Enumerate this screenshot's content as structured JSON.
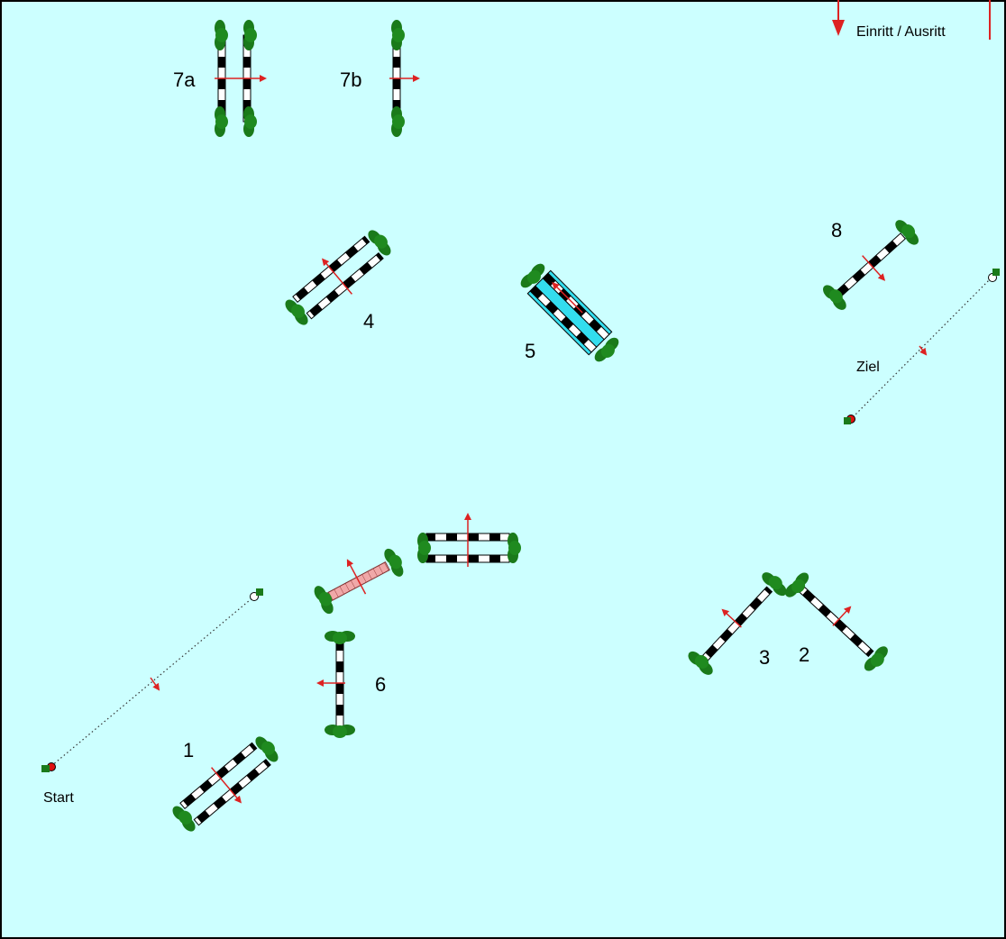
{
  "course": {
    "entry_exit_label": "Einritt / Ausritt",
    "start_label": "Start",
    "finish_label": "Ziel",
    "arena_color": "#ccffff",
    "pole_color": "#000000",
    "pole_stripe_color": "#ffffff",
    "water_color": "#33ddee",
    "wall_color": "#f0a8a8",
    "shrub_color": "#1a7a1a",
    "arrow_color": "#dd2222"
  },
  "obstacles": [
    {
      "number": "1",
      "type": "oxer",
      "icon": "oxer-jump-icon"
    },
    {
      "number": "2",
      "type": "vertical",
      "icon": "vertical-jump-icon"
    },
    {
      "number": "3",
      "type": "vertical",
      "icon": "vertical-jump-icon"
    },
    {
      "number": "4",
      "type": "oxer",
      "icon": "oxer-jump-icon"
    },
    {
      "number": "5",
      "type": "water-oxer",
      "icon": "water-oxer-icon"
    },
    {
      "number": "6",
      "type": "vertical",
      "icon": "vertical-jump-icon"
    },
    {
      "number": "7a",
      "type": "oxer",
      "icon": "oxer-jump-icon"
    },
    {
      "number": "7b",
      "type": "vertical",
      "icon": "vertical-jump-icon"
    },
    {
      "number": "8",
      "type": "vertical",
      "icon": "vertical-jump-icon"
    }
  ],
  "extra_obstacles": [
    {
      "type": "wall",
      "icon": "wall-jump-icon"
    },
    {
      "type": "oxer",
      "icon": "oxer-jump-icon"
    }
  ]
}
